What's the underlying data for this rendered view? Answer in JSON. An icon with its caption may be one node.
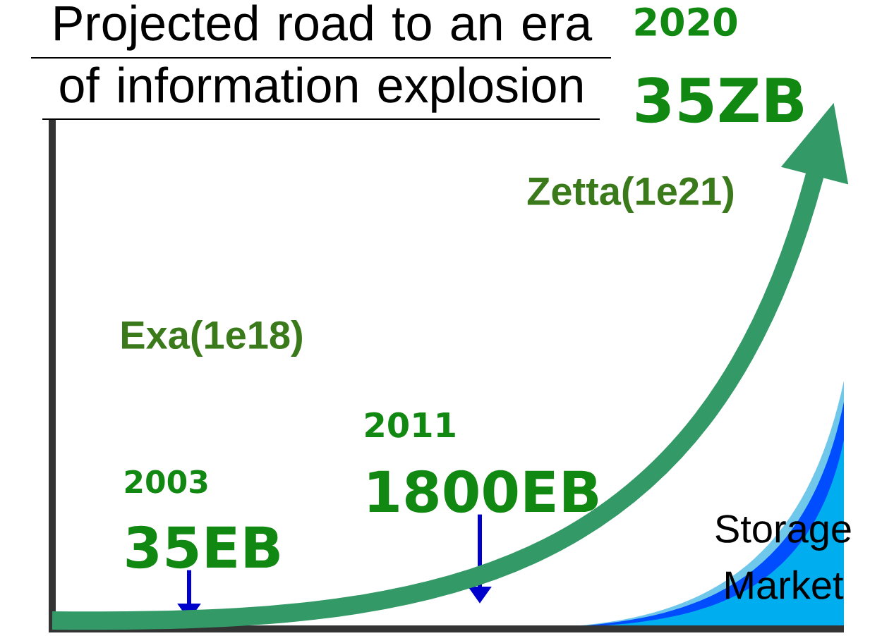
{
  "diagram": {
    "title": "Projected road to an era of information explosion",
    "nodes": [
      {
        "text": [
          "2003",
          "35EB"
        ]
      },
      {
        "text": [
          "2011",
          "1800EB"
        ]
      },
      {
        "text": [
          "2020",
          "35ZB"
        ]
      }
    ],
    "edges": [
      {
        "from": 0,
        "to": null,
        "arrow": "to",
        "color": "#0000cc"
      },
      {
        "from": 1,
        "to": null,
        "arrow": "to",
        "color": "#0000cc"
      },
      {
        "from": null,
        "to": 2,
        "arrow": "to",
        "style": "thick",
        "color": "#339966"
      }
    ],
    "labels": [
      "Exa(1e18)",
      "Zetta(1e21)",
      "Storage Market"
    ]
  }
}
